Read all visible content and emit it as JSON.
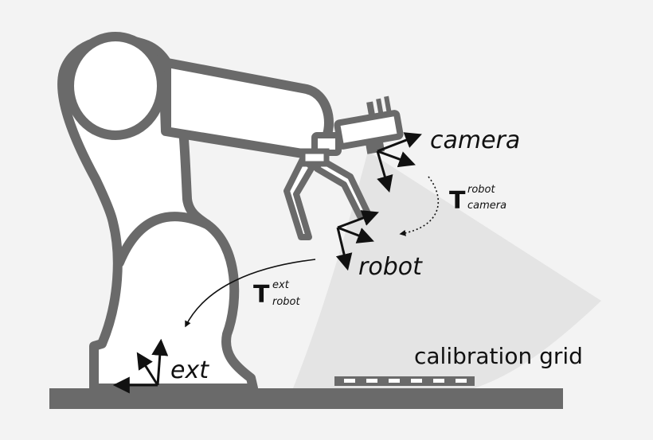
{
  "labels": {
    "camera": "camera",
    "robot": "robot",
    "ext": "ext",
    "calibration_grid": "calibration grid"
  },
  "transforms": {
    "robot_camera": {
      "symbol": "T",
      "superscript": "robot",
      "subscript": "camera"
    },
    "ext_robot": {
      "symbol": "T",
      "superscript": "ext",
      "subscript": "robot"
    }
  },
  "colors": {
    "background": "#f3f3f3",
    "robot_outline": "#6a6a6a",
    "robot_fill": "#ffffff",
    "base": "#6a6a6a",
    "camera_view": "#e4e4e4",
    "axes": "#111111"
  }
}
